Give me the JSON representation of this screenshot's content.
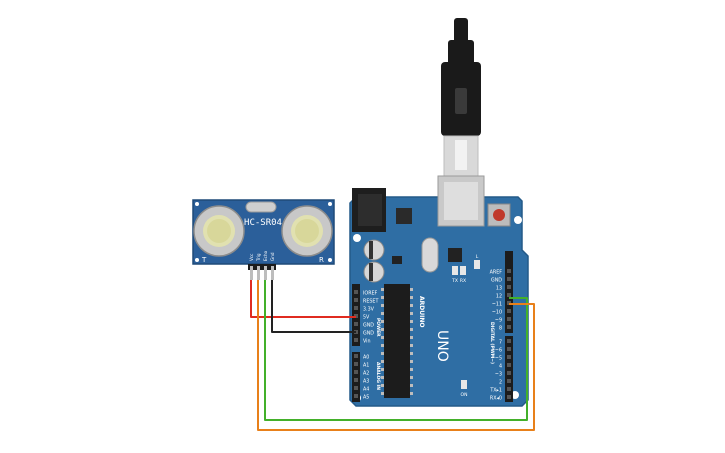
{
  "sensor": {
    "model": "HC-SR04",
    "corner_left": "T",
    "corner_right": "R",
    "pins": [
      "Vcc",
      "Trig",
      "Echo",
      "Gnd"
    ]
  },
  "arduino": {
    "brand": "ARDUINO",
    "model": "UNO",
    "power_header": [
      "IOREF",
      "RESET",
      "3.3V",
      "5V",
      "GND",
      "GND",
      "Vin"
    ],
    "power_section_label": "POWER",
    "analog_header": [
      "A0",
      "A1",
      "A2",
      "A3",
      "A4",
      "A5"
    ],
    "analog_section_label": "ANALOG IN",
    "digital_header": [
      "AREF",
      "GND",
      "13",
      "12",
      "~11",
      "~10",
      "~9",
      "8",
      "7",
      "~6",
      "~5",
      "4",
      "~3",
      "2",
      "TX▸1",
      "RX◂0"
    ],
    "digital_section_label": "DIGITAL (PWM~)",
    "leds": [
      "TX",
      "RX",
      "L"
    ],
    "on_label": "ON"
  },
  "colors": {
    "board": "#2f6ea4",
    "sensor_board": "#2b5f9a",
    "wire_5v": "#e02b20",
    "wire_gnd": "#222222",
    "wire_trig": "#43b02a",
    "wire_echo": "#e8801a",
    "usb_cable": "#1a1a1a"
  }
}
